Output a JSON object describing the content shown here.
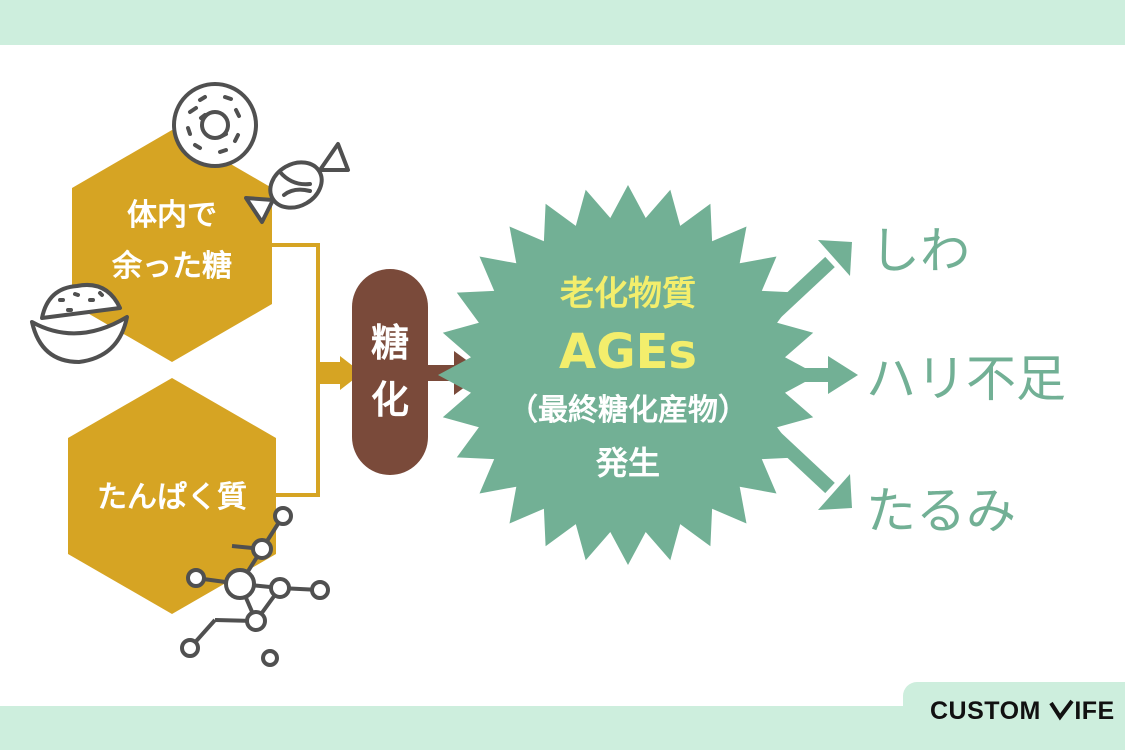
{
  "inputs": {
    "sugar_line1": "体内で",
    "sugar_line2": "余った糖",
    "protein": "たんぱく質"
  },
  "process": {
    "glycation_char1": "糖",
    "glycation_char2": "化"
  },
  "result": {
    "line1": "老化物質",
    "line2": "AGEs",
    "line3": "（最終糖化産物）",
    "line4": "発生"
  },
  "effects": {
    "wrinkles": "しわ",
    "firmness": "ハリ不足",
    "sagging": "たるみ"
  },
  "branding": {
    "logo_part1": "CUSTOM",
    "logo_part2": "IFE"
  },
  "colors": {
    "mustard": "#d6a423",
    "brown": "#7a4a3a",
    "sage": "#72b095",
    "yellow_text": "#f3ee6c",
    "mint_band": "#cdeedd",
    "icon_line": "#505050"
  },
  "icons": [
    "donut-icon",
    "candy-icon",
    "rice-bowl-icon",
    "molecule-icon"
  ]
}
